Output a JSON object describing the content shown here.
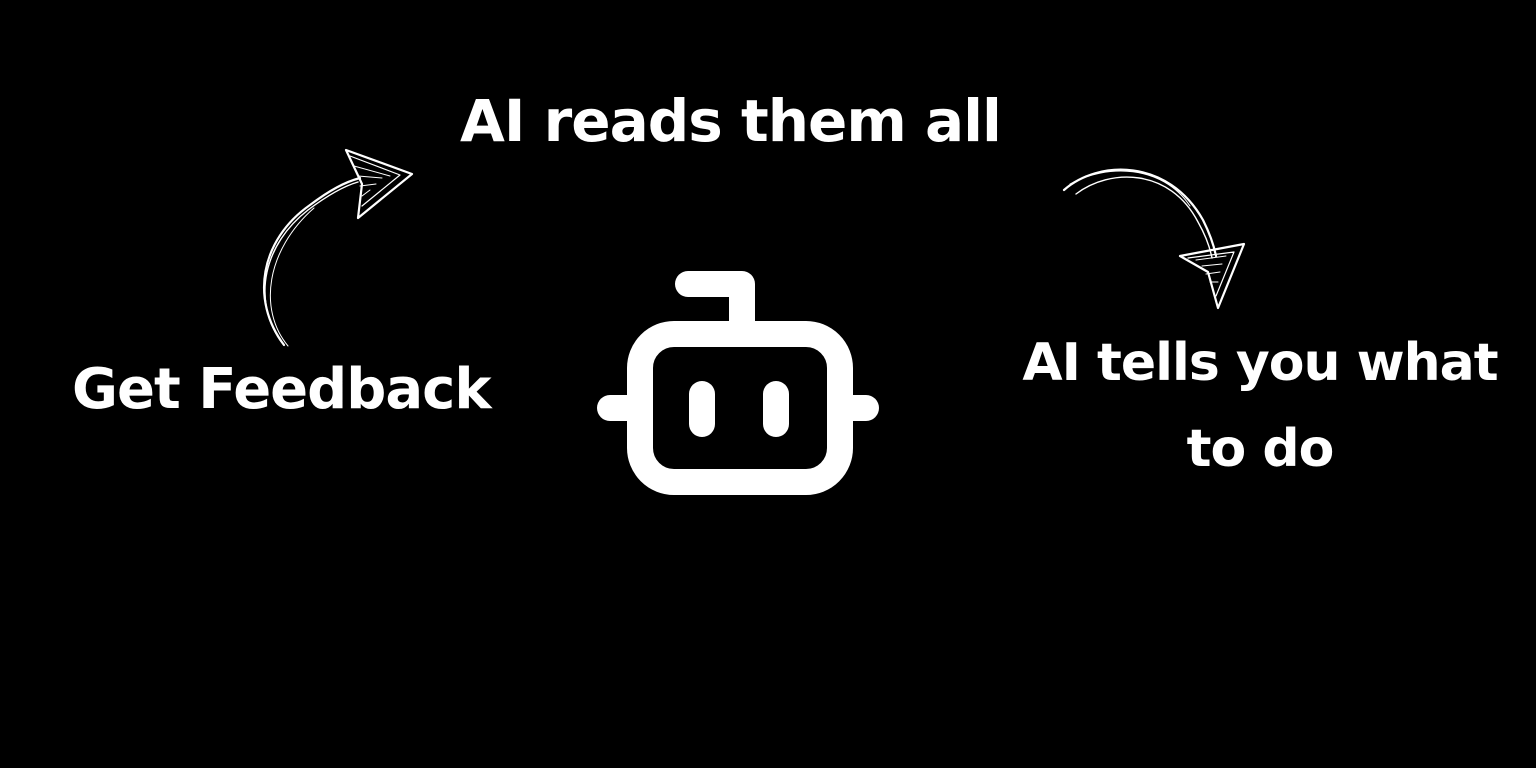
{
  "steps": {
    "get_feedback": "Get Feedback",
    "ai_reads": "AI reads them all",
    "ai_tells": "AI tells you what to do"
  },
  "icons": {
    "center": "robot-icon",
    "arrow_left": "hand-drawn-arrow-icon",
    "arrow_right": "hand-drawn-arrow-icon"
  },
  "colors": {
    "background": "#000000",
    "foreground": "#ffffff"
  }
}
